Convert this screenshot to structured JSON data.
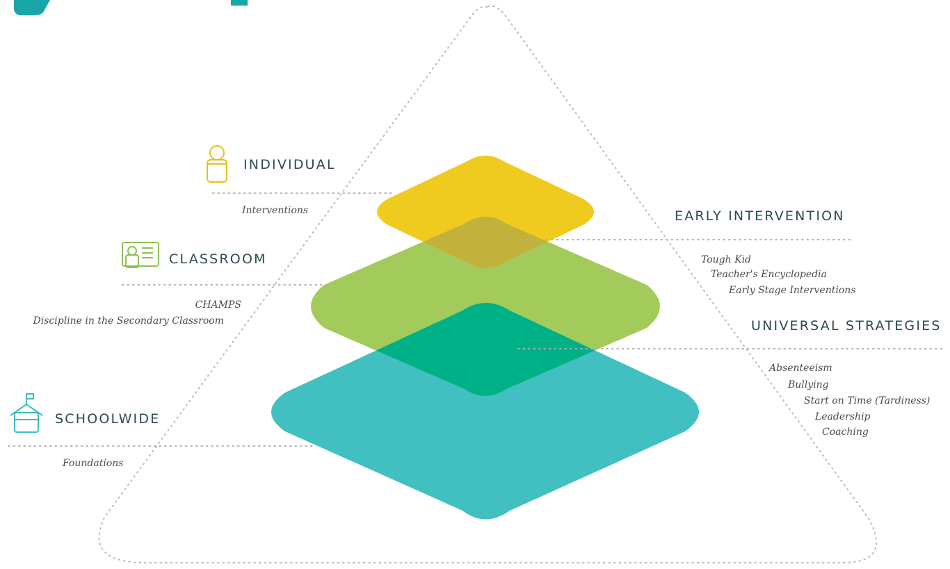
{
  "colors": {
    "teal": "#42c0c1",
    "green": "#a3cb5b",
    "yellow": "#efca1f",
    "overlap_green_teal": "#00b087",
    "overlap_yellow_green": "#c2b13a",
    "heading_text": "#2b4a52",
    "dotted_line": "#b9b9b9"
  },
  "levels": {
    "individual": {
      "label": "INDIVIDUAL",
      "items": [
        "Interventions"
      ],
      "icon": "person-icon"
    },
    "classroom": {
      "label": "CLASSROOM",
      "items": [
        "CHAMPS",
        "Discipline in the Secondary Classroom"
      ],
      "icon": "classroom-card-icon"
    },
    "schoolwide": {
      "label": "SCHOOLWIDE",
      "items": [
        "Foundations"
      ],
      "icon": "school-building-icon"
    }
  },
  "tiers": {
    "early_intervention": {
      "label": "EARLY INTERVENTION",
      "items": [
        "Tough Kid",
        "Teacher's Encyclopedia",
        "Early Stage Interventions"
      ]
    },
    "universal_strategies": {
      "label": "UNIVERSAL STRATEGIES",
      "items": [
        "Absenteeism",
        "Bullying",
        "Start on Time (Tardiness)",
        "Leadership",
        "Coaching"
      ]
    }
  }
}
